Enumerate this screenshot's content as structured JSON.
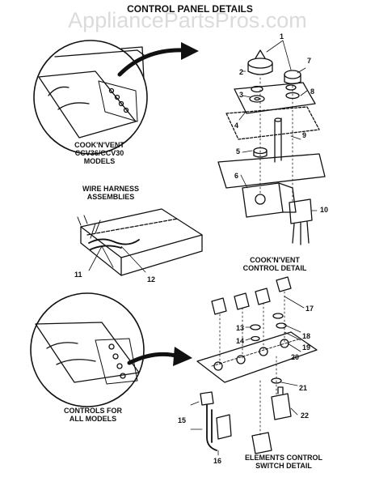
{
  "watermark": "AppliancePartsPros.com",
  "title": "CONTROL PANEL DETAILS",
  "labels": {
    "cooknvent_models_line1": "COOK'N'VENT",
    "cooknvent_models_line2": "CCV36/CCV30",
    "cooknvent_models_line3": "MODELS",
    "wire_harness_line1": "WIRE HARNESS",
    "wire_harness_line2": "ASSEMBLIES",
    "cooknvent_control_line1": "COOK'N'VENT",
    "cooknvent_control_line2": "CONTROL DETAIL",
    "controls_all_line1": "CONTROLS FOR",
    "controls_all_line2": "ALL MODELS",
    "elements_control_line1": "ELEMENTS CONTROL",
    "elements_control_line2": "SWITCH DETAIL"
  },
  "callouts": [
    "1",
    "2",
    "3",
    "4",
    "5",
    "6",
    "7",
    "8",
    "9",
    "10",
    "11",
    "12",
    "13",
    "14",
    "15",
    "16",
    "17",
    "18",
    "19",
    "20",
    "21",
    "22"
  ]
}
